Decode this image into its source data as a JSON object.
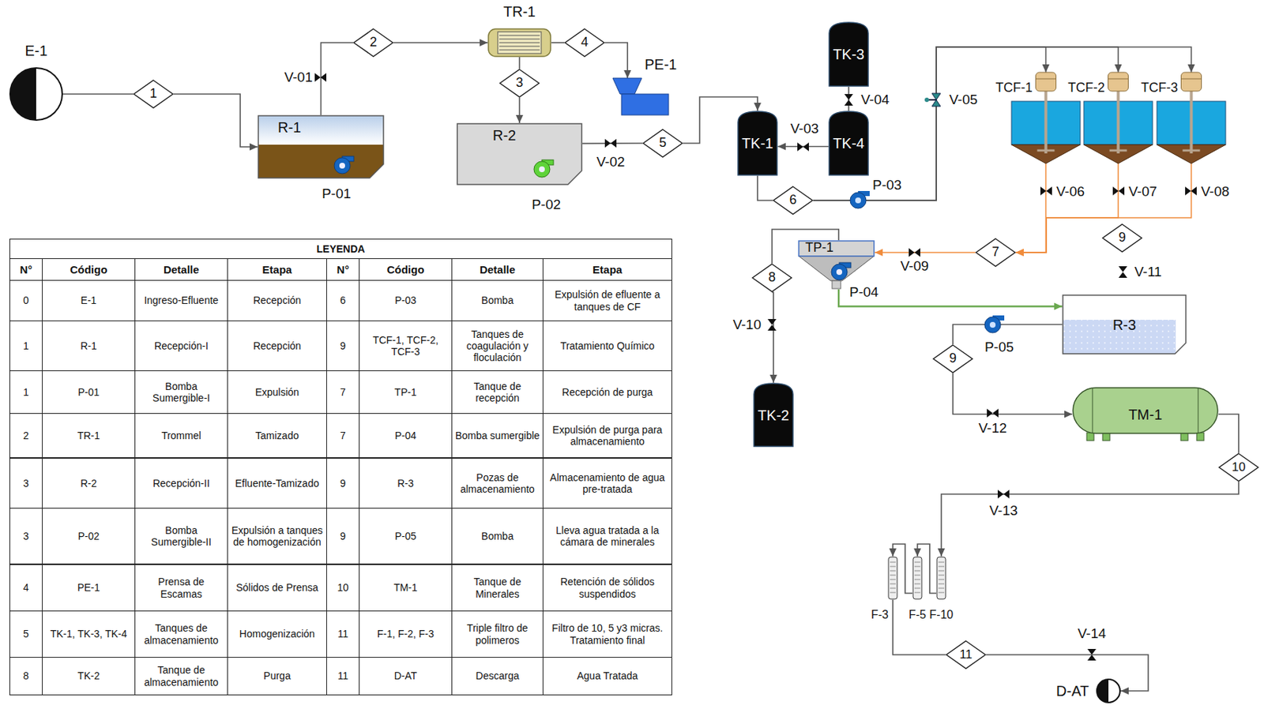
{
  "diagram": {
    "nodes": [
      {
        "text": [
          "E-1"
        ]
      },
      {
        "text": [
          "1"
        ]
      },
      {
        "text": [
          "R-1"
        ]
      },
      {
        "text": [
          "2"
        ]
      },
      {
        "text": [
          "TR-1"
        ]
      },
      {
        "text": [
          "4"
        ]
      },
      {
        "text": [
          "PE-1"
        ]
      },
      {
        "text": [
          "3"
        ]
      },
      {
        "text": [
          "R-2"
        ]
      },
      {
        "text": [
          "5"
        ]
      },
      {
        "text": [
          "TK-3"
        ]
      },
      {
        "text": [
          "TK-1"
        ]
      },
      {
        "text": [
          "TK-4"
        ]
      },
      {
        "text": [
          "6"
        ]
      },
      {
        "text": [
          "TCF-1"
        ]
      },
      {
        "text": [
          "TCF-2"
        ]
      },
      {
        "text": [
          "TCF-3"
        ]
      },
      {
        "text": [
          "7"
        ]
      },
      {
        "text": [
          "9"
        ]
      },
      {
        "text": [
          "TP-1"
        ]
      },
      {
        "text": [
          "8"
        ]
      },
      {
        "text": [
          "TK-2"
        ]
      },
      {
        "text": [
          "R-3"
        ]
      },
      {
        "text": [
          "9"
        ]
      },
      {
        "text": [
          "TM-1"
        ]
      },
      {
        "text": [
          "10"
        ]
      },
      {
        "text": [
          "F-3"
        ]
      },
      {
        "text": [
          "F-5"
        ]
      },
      {
        "text": [
          "F-10"
        ]
      },
      {
        "text": [
          "11"
        ]
      },
      {
        "text": [
          "D-AT"
        ]
      }
    ],
    "edges": [
      {
        "from": 0,
        "to": 1,
        "arrow": "none"
      },
      {
        "from": 1,
        "to": 2,
        "arrow": "to"
      },
      {
        "from": 2,
        "to": 3,
        "arrow": "none"
      },
      {
        "from": 3,
        "to": 4,
        "arrow": "to"
      },
      {
        "from": 4,
        "to": 5,
        "arrow": "none"
      },
      {
        "from": 5,
        "to": 6,
        "arrow": "to"
      },
      {
        "from": 4,
        "to": 7,
        "arrow": "none"
      },
      {
        "from": 7,
        "to": 8,
        "arrow": "to"
      },
      {
        "from": 8,
        "to": 9,
        "arrow": "none"
      },
      {
        "from": 9,
        "to": 11,
        "arrow": "to"
      },
      {
        "from": 12,
        "to": 11,
        "arrow": "to"
      },
      {
        "from": 10,
        "to": 12,
        "arrow": "none"
      },
      {
        "from": 11,
        "to": 13,
        "arrow": "none"
      },
      {
        "from": 13,
        "to": 14,
        "arrow": "to"
      },
      {
        "from": 13,
        "to": 15,
        "arrow": "to"
      },
      {
        "from": 13,
        "to": 16,
        "arrow": "to"
      },
      {
        "from": 14,
        "to": 17,
        "arrow": "to"
      },
      {
        "from": 15,
        "to": 17,
        "arrow": "to"
      },
      {
        "from": 16,
        "to": 17,
        "arrow": "to"
      },
      {
        "from": 17,
        "to": 19,
        "arrow": "to"
      },
      {
        "from": 19,
        "to": 20,
        "arrow": "none"
      },
      {
        "from": 20,
        "to": 21,
        "arrow": "to"
      },
      {
        "from": 19,
        "to": 22,
        "arrow": "to"
      },
      {
        "from": 22,
        "to": 23,
        "arrow": "none"
      },
      {
        "from": 23,
        "to": 24,
        "arrow": "to"
      },
      {
        "from": 24,
        "to": 25,
        "arrow": "none"
      },
      {
        "from": 25,
        "to": 28,
        "arrow": "to"
      },
      {
        "from": 28,
        "to": 27,
        "arrow": "to"
      },
      {
        "from": 27,
        "to": 26,
        "arrow": "to"
      },
      {
        "from": 26,
        "to": 29,
        "arrow": "none"
      },
      {
        "from": 29,
        "to": 30,
        "arrow": "to"
      }
    ],
    "labels": [
      "P-01",
      "V-01",
      "P-02",
      "V-02",
      "V-03",
      "V-04",
      "V-05",
      "P-03",
      "V-06",
      "V-07",
      "V-08",
      "V-09",
      "P-04",
      "V-10",
      "V-11",
      "P-05",
      "V-12",
      "V-13",
      "V-14",
      "LEYENDA",
      "N°",
      "Código",
      "Detalle",
      "Etapa",
      "N°",
      "Código",
      "Detalle",
      "Etapa",
      "0",
      "E-1",
      "Ingreso-Efluente",
      "Recepción",
      "6",
      "P-03",
      "Bomba",
      "Expulsión de efluente a tanques de CF",
      "1",
      "R-1",
      "Recepción-I",
      "Recepción",
      "9",
      "TCF-1, TCF-2, TCF-3",
      "Tanques de coagulación y floculación",
      "Tratamiento Químico",
      "1",
      "P-01",
      "Bomba Sumergible-I",
      "Expulsión",
      "7",
      "TP-1",
      "Tanque de recepción",
      "Recepción de purga",
      "2",
      "TR-1",
      "Trommel",
      "Tamizado",
      "7",
      "P-04",
      "Bomba sumergible",
      "Expulsión de purga para almacenamiento",
      "3",
      "R-2",
      "Recepción-II",
      "Efluente-Tamizado",
      "9",
      "R-3",
      "Pozas de almacenamiento",
      "Almacenamiento de agua pre-tratada",
      "3",
      "P-02",
      "Bomba Sumergible-II",
      "Expulsión a tanques de homogenización",
      "9",
      "P-05",
      "Bomba",
      "Lleva agua tratada a la cámara de minerales",
      "4",
      "PE-1",
      "Prensa de Escamas",
      "Sólidos de Prensa",
      "10",
      "TM-1",
      "Tanque de Minerales",
      "Retención de sólidos suspendidos",
      "5",
      "TK-1, TK-3, TK-4",
      "Tanques de almacenamiento",
      "Homogenización",
      "11",
      "F-1, F-2, F-3",
      "Triple filtro de polimeros",
      "Filtro de 10, 5 y3 micras. Tratamiento final",
      "8",
      "TK-2",
      "Tanque de almacenamiento",
      "Purga",
      "11",
      "D-AT",
      "Descarga",
      "Agua Tratada"
    ]
  }
}
